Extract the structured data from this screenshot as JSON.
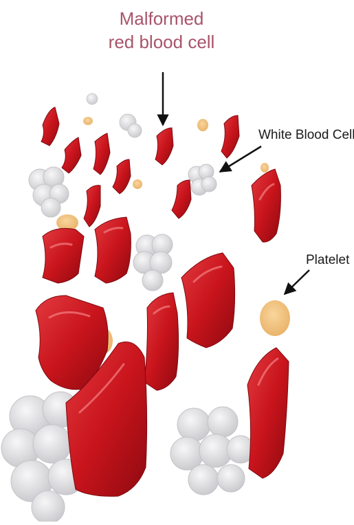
{
  "labels": {
    "malformed_line1": "Malformed",
    "malformed_line2": "red blood cell",
    "white_blood_cell": "White Blood Cell",
    "platelet": "Platelet"
  },
  "colors": {
    "rbc_fill": "#c9141c",
    "rbc_dark": "#8f0a10",
    "rbc_highlight": "#e84b50",
    "wbc_fill": "#e2e2e4",
    "wbc_edge": "#b9b9bd",
    "platelet_fill": "#f3c57f",
    "label_accent": "#a8546a",
    "arrow": "#111111"
  },
  "icons": {
    "rbc": "malformed-red-blood-cell",
    "wbc": "white-blood-cell-cluster",
    "platelet": "platelet-disc"
  }
}
